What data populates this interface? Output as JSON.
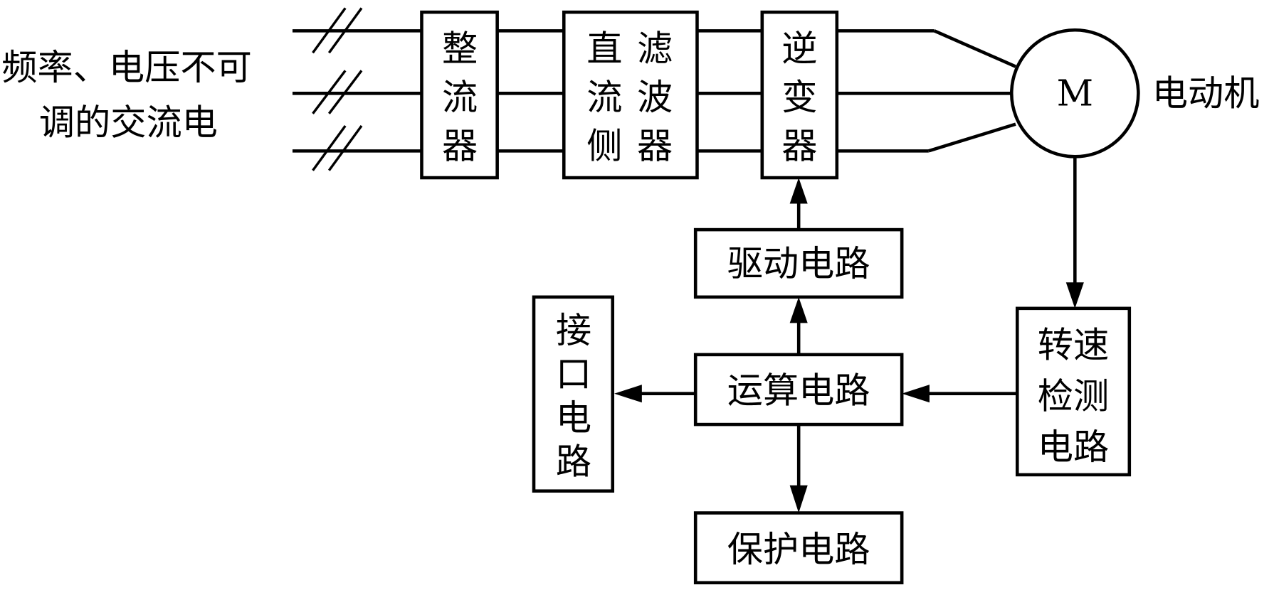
{
  "input_label": {
    "line1": "频率、电压不可",
    "line2": "调的交流电"
  },
  "blocks": {
    "rectifier": [
      "整",
      "流",
      "器"
    ],
    "dc_filter_left": [
      "直",
      "流",
      "侧"
    ],
    "dc_filter_right": [
      "滤",
      "波",
      "器"
    ],
    "inverter": [
      "逆",
      "变",
      "器"
    ],
    "drive": "驱动电路",
    "compute": "运算电路",
    "interface": [
      "接",
      "口",
      "电",
      "路"
    ],
    "protection": "保护电路",
    "speed_detect": [
      "转速",
      "检测",
      "电路"
    ]
  },
  "motor": {
    "symbol": "M",
    "label": "电动机"
  }
}
